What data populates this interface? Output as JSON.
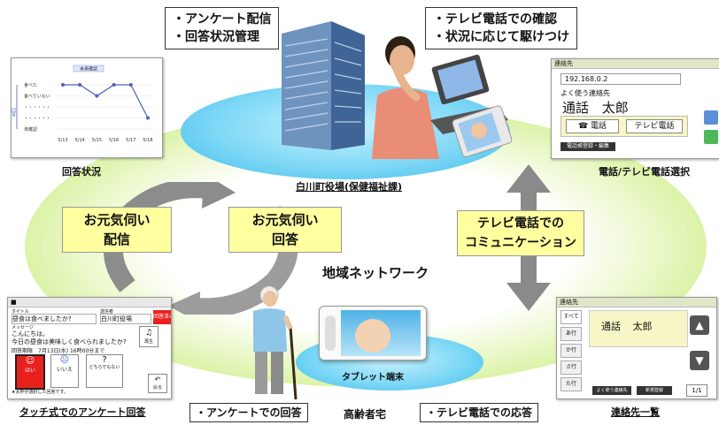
{
  "top": {
    "left_box": [
      "・アンケート配信",
      "・回答状況管理"
    ],
    "right_box": [
      "・テレビ電話での確認",
      "・状況に応じて駆けつけ"
    ],
    "office_caption": "白川町役場(保健福祉課)"
  },
  "center": {
    "network_label": "地域ネットワーク",
    "box_deliver": [
      "お元気伺い",
      "配信"
    ],
    "box_answer": [
      "お元気伺い",
      "回答"
    ],
    "box_tv": [
      "テレビ電話での",
      "コミュニケーション"
    ]
  },
  "captions": {
    "response_status": "回答状況",
    "phone_select": "電話/テレビ電話選択",
    "touch_survey": "タッチ式でのアンケート回答",
    "contacts": "連絡先一覧",
    "tablet": "タブレット端末",
    "elderly_home": "高齢者宅"
  },
  "bottom": {
    "left_box": "・アンケートでの回答",
    "right_box": "・テレビ電話での応答"
  },
  "status_chart": {
    "title": "未来確認",
    "categories": [
      "5/13",
      "5/14",
      "5/15",
      "5/16",
      "5/17",
      "5/18"
    ],
    "values": [
      4,
      4,
      3,
      4,
      4,
      1
    ],
    "ylabels": [
      "食べた",
      "食べていない",
      "・・・・・・",
      "・・・・・・",
      "未確認"
    ]
  },
  "phone_screen": {
    "header": "連絡先",
    "ip": "192.168.0.2",
    "frequent": "よく使う連絡先",
    "call_label": "通話",
    "name": "太郎",
    "phone_btn": "電話",
    "tv_btn": "テレビ電話",
    "bottom_btn": "電話帳登録・編集"
  },
  "survey_screen": {
    "title_label": "タイトル",
    "sender_label": "送信者",
    "title": "昼食は食べましたか?",
    "sender": "白川町役場",
    "status": "回答済み",
    "message_label": "メッセージ",
    "message": [
      "こんにちは。",
      "今日の昼食は美味しく食べられましたか?"
    ],
    "deadline": "回答期限　7月13日(水) 16時00分まで",
    "replay": "再生",
    "opt_yes": "はい",
    "opt_no": "いいえ",
    "opt_either": "どちらでもない",
    "note": "★太枠が選択した回答です。",
    "back": "戻る"
  },
  "contacts_screen": {
    "header": "連絡先",
    "tabs": [
      "すべて",
      "あ行",
      "か行",
      "さ行",
      "た行"
    ],
    "entry_call": "通話",
    "entry_name": "太郎",
    "bottom_btn1": "よく使う連絡先",
    "bottom_btn2": "新規登録",
    "page": "1/1"
  },
  "colors": {
    "green_ring": "#b6e35c",
    "blue_pad": "#3bbbe8",
    "yellow_box": "#ffffa0",
    "arrow_gray": "#8c8c8c",
    "answered_red": "#e8211d",
    "yes_red": "#e8211d",
    "no_blue": "#2a6fcf"
  },
  "icons": [
    "building-icon",
    "person-laptop-icon",
    "elderly-person-icon",
    "tablet-icon",
    "recycle-arrow-icon",
    "updown-arrow-icon"
  ]
}
